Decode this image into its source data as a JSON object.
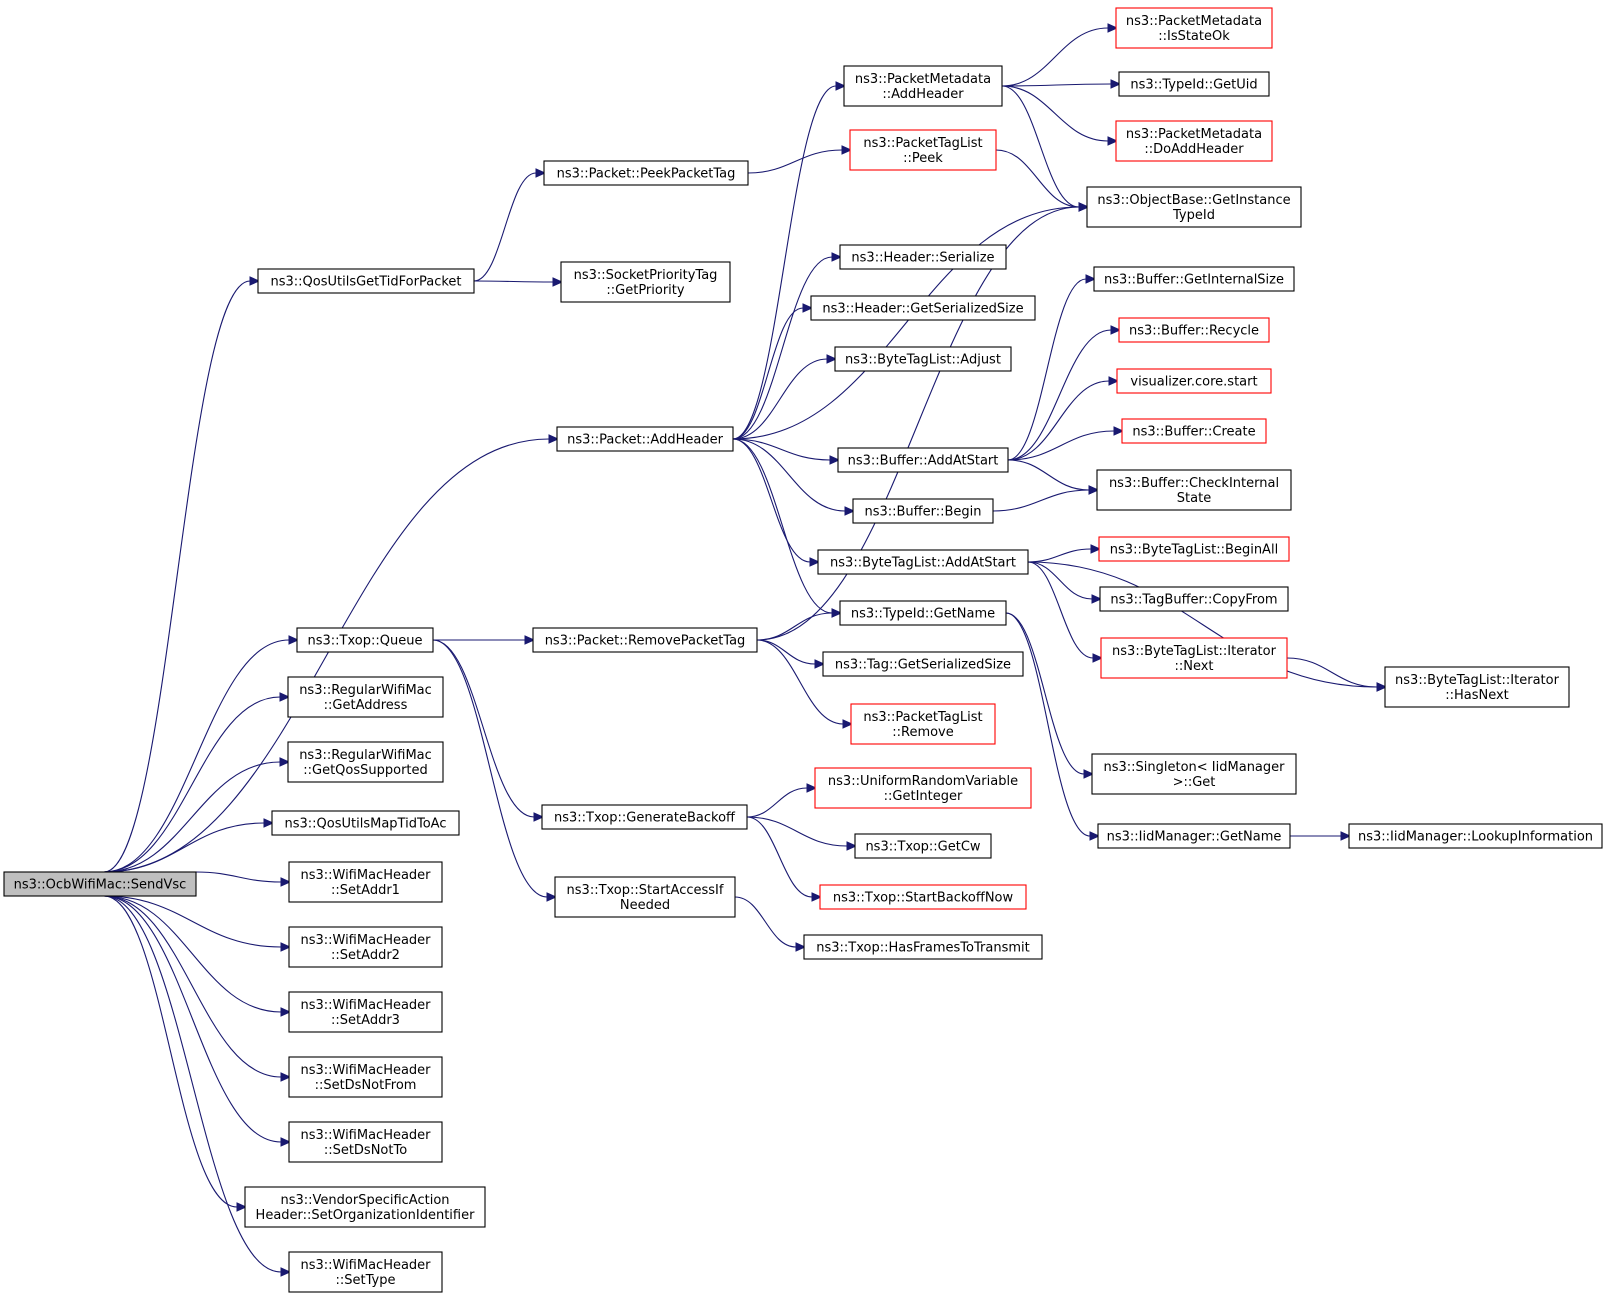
{
  "graph": {
    "colors": {
      "edge": "#191970",
      "node_border": "#000000",
      "node_border_truncated": "#ff0000",
      "root_fill": "#bfbfbf"
    },
    "nodes": [
      {
        "id": "sendvsc",
        "lines": [
          "ns3::OcbWifiMac::SendVsc"
        ],
        "root": true
      },
      {
        "id": "qosget",
        "lines": [
          "ns3::QosUtilsGetTidForPacket"
        ]
      },
      {
        "id": "addheader",
        "lines": [
          "ns3::Packet::AddHeader"
        ]
      },
      {
        "id": "queue",
        "lines": [
          "ns3::Txop::Queue"
        ]
      },
      {
        "id": "getaddress",
        "lines": [
          "ns3::RegularWifiMac",
          "::GetAddress"
        ]
      },
      {
        "id": "getqos",
        "lines": [
          "ns3::RegularWifiMac",
          "::GetQosSupported"
        ]
      },
      {
        "id": "maptid",
        "lines": [
          "ns3::QosUtilsMapTidToAc"
        ]
      },
      {
        "id": "setaddr1",
        "lines": [
          "ns3::WifiMacHeader",
          "::SetAddr1"
        ]
      },
      {
        "id": "setaddr2",
        "lines": [
          "ns3::WifiMacHeader",
          "::SetAddr2"
        ]
      },
      {
        "id": "setaddr3",
        "lines": [
          "ns3::WifiMacHeader",
          "::SetAddr3"
        ]
      },
      {
        "id": "setdsnotfrom",
        "lines": [
          "ns3::WifiMacHeader",
          "::SetDsNotFrom"
        ]
      },
      {
        "id": "setdsnotto",
        "lines": [
          "ns3::WifiMacHeader",
          "::SetDsNotTo"
        ]
      },
      {
        "id": "setorg",
        "lines": [
          "ns3::VendorSpecificAction",
          "Header::SetOrganizationIdentifier"
        ]
      },
      {
        "id": "settype",
        "lines": [
          "ns3::WifiMacHeader",
          "::SetType"
        ]
      },
      {
        "id": "peekpackettag",
        "lines": [
          "ns3::Packet::PeekPacketTag"
        ]
      },
      {
        "id": "getpriority",
        "lines": [
          "ns3::SocketPriorityTag",
          "::GetPriority"
        ]
      },
      {
        "id": "removepackettag",
        "lines": [
          "ns3::Packet::RemovePacketTag"
        ]
      },
      {
        "id": "genbackoff",
        "lines": [
          "ns3::Txop::GenerateBackoff"
        ]
      },
      {
        "id": "startaccess",
        "lines": [
          "ns3::Txop::StartAccessIf",
          "Needed"
        ]
      },
      {
        "id": "pmaddheader",
        "lines": [
          "ns3::PacketMetadata",
          "::AddHeader"
        ]
      },
      {
        "id": "ptlpeek",
        "lines": [
          "ns3::PacketTagList",
          "::Peek"
        ],
        "truncated": true
      },
      {
        "id": "hserialize",
        "lines": [
          "ns3::Header::Serialize"
        ]
      },
      {
        "id": "hgetser",
        "lines": [
          "ns3::Header::GetSerializedSize"
        ]
      },
      {
        "id": "btladjust",
        "lines": [
          "ns3::ByteTagList::Adjust"
        ]
      },
      {
        "id": "bufaddatstart",
        "lines": [
          "ns3::Buffer::AddAtStart"
        ]
      },
      {
        "id": "bufbegin",
        "lines": [
          "ns3::Buffer::Begin"
        ]
      },
      {
        "id": "btladdatstart",
        "lines": [
          "ns3::ByteTagList::AddAtStart"
        ]
      },
      {
        "id": "typeidgetname",
        "lines": [
          "ns3::TypeId::GetName"
        ]
      },
      {
        "id": "taggetser",
        "lines": [
          "ns3::Tag::GetSerializedSize"
        ]
      },
      {
        "id": "ptlremove",
        "lines": [
          "ns3::PacketTagList",
          "::Remove"
        ],
        "truncated": true
      },
      {
        "id": "urvgetint",
        "lines": [
          "ns3::UniformRandomVariable",
          "::GetInteger"
        ],
        "truncated": true
      },
      {
        "id": "txopgetcw",
        "lines": [
          "ns3::Txop::GetCw"
        ]
      },
      {
        "id": "startbackoffnow",
        "lines": [
          "ns3::Txop::StartBackoffNow"
        ],
        "truncated": true
      },
      {
        "id": "hasframes",
        "lines": [
          "ns3::Txop::HasFramesToTransmit"
        ]
      },
      {
        "id": "pmisstateok",
        "lines": [
          "ns3::PacketMetadata",
          "::IsStateOk"
        ],
        "truncated": true
      },
      {
        "id": "typeidgetuid",
        "lines": [
          "ns3::TypeId::GetUid"
        ]
      },
      {
        "id": "pmdoaddheader",
        "lines": [
          "ns3::PacketMetadata",
          "::DoAddHeader"
        ],
        "truncated": true
      },
      {
        "id": "objgetinstance",
        "lines": [
          "ns3::ObjectBase::GetInstance",
          "TypeId"
        ]
      },
      {
        "id": "bufgetinternal",
        "lines": [
          "ns3::Buffer::GetInternalSize"
        ]
      },
      {
        "id": "bufrecycle",
        "lines": [
          "ns3::Buffer::Recycle"
        ],
        "truncated": true
      },
      {
        "id": "vizstart",
        "lines": [
          "visualizer.core.start"
        ],
        "truncated": true
      },
      {
        "id": "bufcreate",
        "lines": [
          "ns3::Buffer::Create"
        ],
        "truncated": true
      },
      {
        "id": "bufcheck",
        "lines": [
          "ns3::Buffer::CheckInternal",
          "State"
        ]
      },
      {
        "id": "btlbeginall",
        "lines": [
          "ns3::ByteTagList::BeginAll"
        ],
        "truncated": true
      },
      {
        "id": "tagbufcopy",
        "lines": [
          "ns3::TagBuffer::CopyFrom"
        ]
      },
      {
        "id": "btlitnext",
        "lines": [
          "ns3::ByteTagList::Iterator",
          "::Next"
        ],
        "truncated": true
      },
      {
        "id": "btlithasnext",
        "lines": [
          "ns3::ByteTagList::Iterator",
          "::HasNext"
        ]
      },
      {
        "id": "singletonget",
        "lines": [
          "ns3::Singleton< IidManager",
          " >::Get"
        ]
      },
      {
        "id": "iidgetname",
        "lines": [
          "ns3::IidManager::GetName"
        ]
      },
      {
        "id": "iidlookup",
        "lines": [
          "ns3::IidManager::LookupInformation"
        ]
      }
    ],
    "edges": [
      [
        "sendvsc",
        "qosget"
      ],
      [
        "sendvsc",
        "addheader"
      ],
      [
        "sendvsc",
        "queue"
      ],
      [
        "sendvsc",
        "getaddress"
      ],
      [
        "sendvsc",
        "getqos"
      ],
      [
        "sendvsc",
        "maptid"
      ],
      [
        "sendvsc",
        "setaddr1"
      ],
      [
        "sendvsc",
        "setaddr2"
      ],
      [
        "sendvsc",
        "setaddr3"
      ],
      [
        "sendvsc",
        "setdsnotfrom"
      ],
      [
        "sendvsc",
        "setdsnotto"
      ],
      [
        "sendvsc",
        "setorg"
      ],
      [
        "sendvsc",
        "settype"
      ],
      [
        "qosget",
        "peekpackettag"
      ],
      [
        "qosget",
        "getpriority"
      ],
      [
        "peekpackettag",
        "ptlpeek"
      ],
      [
        "ptlpeek",
        "objgetinstance"
      ],
      [
        "addheader",
        "pmaddheader"
      ],
      [
        "addheader",
        "objgetinstance"
      ],
      [
        "addheader",
        "hserialize"
      ],
      [
        "addheader",
        "hgetser"
      ],
      [
        "addheader",
        "btladjust"
      ],
      [
        "addheader",
        "bufaddatstart"
      ],
      [
        "addheader",
        "bufbegin"
      ],
      [
        "addheader",
        "btladdatstart"
      ],
      [
        "addheader",
        "typeidgetname"
      ],
      [
        "pmaddheader",
        "pmisstateok"
      ],
      [
        "pmaddheader",
        "typeidgetuid"
      ],
      [
        "pmaddheader",
        "pmdoaddheader"
      ],
      [
        "pmaddheader",
        "objgetinstance"
      ],
      [
        "queue",
        "removepackettag"
      ],
      [
        "queue",
        "genbackoff"
      ],
      [
        "queue",
        "startaccess"
      ],
      [
        "removepackettag",
        "typeidgetname"
      ],
      [
        "removepackettag",
        "taggetser"
      ],
      [
        "removepackettag",
        "ptlremove"
      ],
      [
        "removepackettag",
        "objgetinstance"
      ],
      [
        "genbackoff",
        "urvgetint"
      ],
      [
        "genbackoff",
        "txopgetcw"
      ],
      [
        "genbackoff",
        "startbackoffnow"
      ],
      [
        "startaccess",
        "hasframes"
      ],
      [
        "bufaddatstart",
        "bufgetinternal"
      ],
      [
        "bufaddatstart",
        "bufrecycle"
      ],
      [
        "bufaddatstart",
        "vizstart"
      ],
      [
        "bufaddatstart",
        "bufcreate"
      ],
      [
        "bufaddatstart",
        "bufcheck"
      ],
      [
        "bufbegin",
        "bufcheck"
      ],
      [
        "btladdatstart",
        "btlbeginall"
      ],
      [
        "btladdatstart",
        "tagbufcopy"
      ],
      [
        "btladdatstart",
        "btlitnext"
      ],
      [
        "btladdatstart",
        "btlithasnext"
      ],
      [
        "btlitnext",
        "btlithasnext"
      ],
      [
        "typeidgetname",
        "singletonget"
      ],
      [
        "typeidgetname",
        "iidgetname"
      ],
      [
        "iidgetname",
        "iidlookup"
      ]
    ]
  }
}
